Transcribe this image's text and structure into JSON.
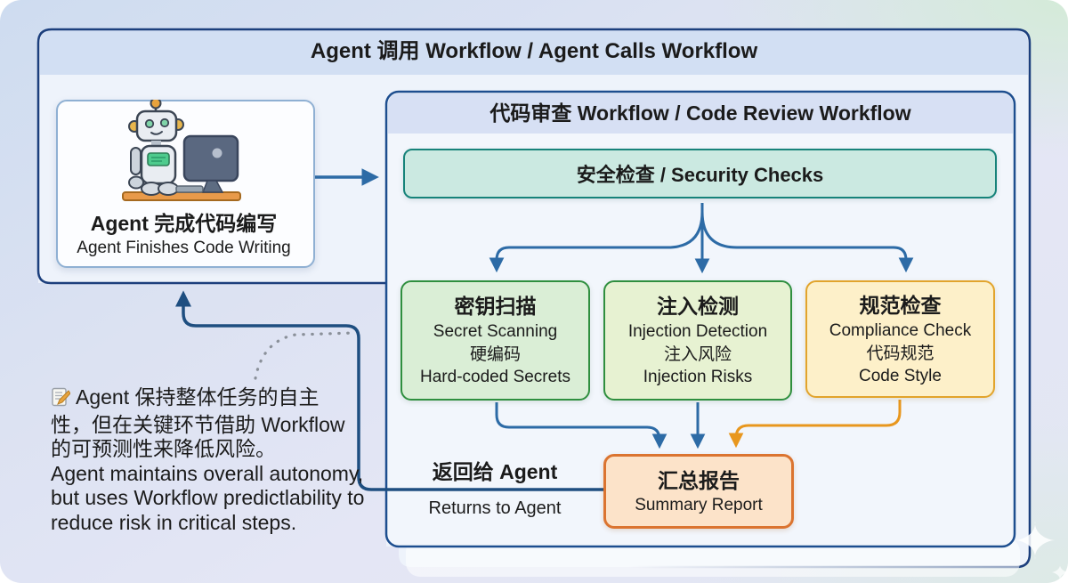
{
  "outer_container": {
    "title": "Agent 调用 Workflow / Agent Calls Workflow"
  },
  "inner_container": {
    "title": "代码审查 Workflow / Code Review Workflow"
  },
  "agent_box": {
    "title_zh": "Agent 完成代码编写",
    "title_en": "Agent Finishes Code Writing"
  },
  "security_box": {
    "label": "安全检查 / Security Checks"
  },
  "checks": [
    {
      "zh": "密钥扫描",
      "en": "Secret Scanning",
      "sub_zh": "硬编码",
      "sub_en": "Hard-coded Secrets"
    },
    {
      "zh": "注入检测",
      "en": "Injection Detection",
      "sub_zh": "注入风险",
      "sub_en": "Injection Risks"
    },
    {
      "zh": "规范检查",
      "en": "Compliance Check",
      "sub_zh": "代码规范",
      "sub_en": "Code Style"
    }
  ],
  "summary_box": {
    "zh": "汇总报告",
    "en": "Summary Report"
  },
  "return_label": {
    "zh": "返回给 Agent",
    "en": "Returns to Agent"
  },
  "note": {
    "icon": "memo-emoji",
    "lines": [
      "Agent 保持整体任务的自主",
      "性，但在关键环节借助 Workflow",
      "的可预测性来降低风险。",
      "Agent maintains overall autonomy,",
      "but uses Workflow predictlability to",
      "reduce risk in critical steps."
    ]
  },
  "colors": {
    "outer_border": "#1c3f7d",
    "outer_band": "#d2dff3",
    "outer_fill": "#eef3fb",
    "inner_border": "#1d4e8f",
    "inner_band": "#d7e0f4",
    "inner_fill": "#f2f6fc",
    "security_fill": "#cbe9e1",
    "security_border": "#17837a",
    "green_fill": "#daeed6",
    "lime_fill": "#e7f2d2",
    "green_border": "#2f8f3f",
    "yellow_fill": "#fdf0c9",
    "yellow_border": "#e2a42c",
    "summary_fill": "#fce3c9",
    "summary_border": "#db7430",
    "arrow_blue": "#2d6ba6",
    "arrow_dark": "#1e4e80",
    "arrow_orange": "#e8971e",
    "dotted_gray": "#8a9099"
  }
}
